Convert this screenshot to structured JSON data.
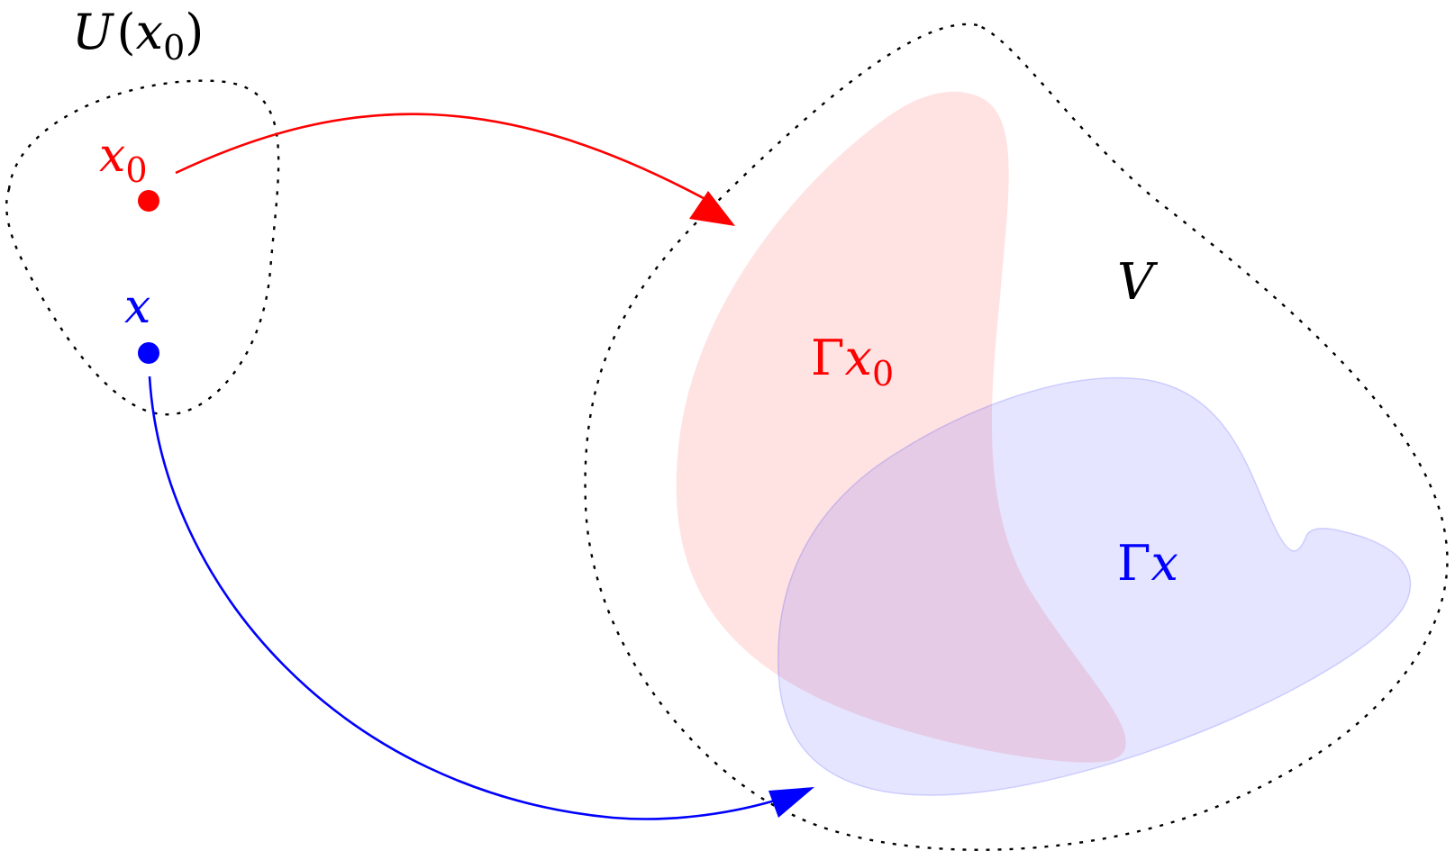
{
  "labels": {
    "neighborhood": {
      "main": "U",
      "open": "(",
      "var": "x",
      "sub": "0",
      "close": ")"
    },
    "point_x0": {
      "var": "x",
      "sub": "0"
    },
    "point_x": {
      "var": "x"
    },
    "set_V": "V",
    "image_x0": {
      "gamma": "Γ",
      "var": "x",
      "sub": "0"
    },
    "image_x": {
      "gamma": "Γ",
      "var": "x"
    }
  },
  "colors": {
    "x0": "#ff0000",
    "x": "#0000ff",
    "image_x0_fill": "#ffcccc",
    "image_x_fill": "#ccccff",
    "outline": "#000000"
  }
}
